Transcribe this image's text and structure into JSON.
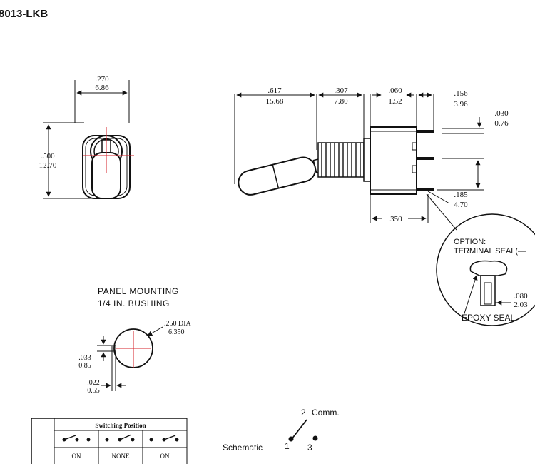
{
  "header": {
    "part_number": "8013-LKB"
  },
  "front_view": {
    "width_in": ".270",
    "width_mm": "6.86",
    "height_in": ".500",
    "height_mm": "12.70"
  },
  "side_view": {
    "lever_in": ".617",
    "lever_mm": "15.68",
    "bushing_in": ".307",
    "bushing_mm": "7.80",
    "nut_in": ".060",
    "nut_mm": "1.52",
    "term_len_in": ".156",
    "term_len_mm": "3.96",
    "term_thk_in": ".030",
    "term_thk_mm": "0.76",
    "term_pitch_in": ".185",
    "term_pitch_mm": "4.70",
    "body_in": ".350"
  },
  "seal_option": {
    "option_label": "OPTION:",
    "terminal_seal_label": "TERMINAL SEAL(—",
    "epoxy_label": "EPOXY SEAL",
    "dim_in": ".080",
    "dim_mm": "2.03"
  },
  "panel_mounting": {
    "line1": "PANEL MOUNTING",
    "line2": "1/4 IN. BUSHING",
    "dia_in": ".250 DIA",
    "dia_mm": "6.350",
    "flat_in": ".033",
    "flat_mm": "0.85",
    "key_in": ".022",
    "key_mm": "0.55"
  },
  "switching_table": {
    "title": "Switching Position",
    "positions": [
      "ON",
      "NONE",
      "ON"
    ]
  },
  "schematic": {
    "label": "Schematic",
    "pin_common": "2",
    "pin_common_label": "Comm.",
    "pin_left": "1",
    "pin_right": "3"
  }
}
